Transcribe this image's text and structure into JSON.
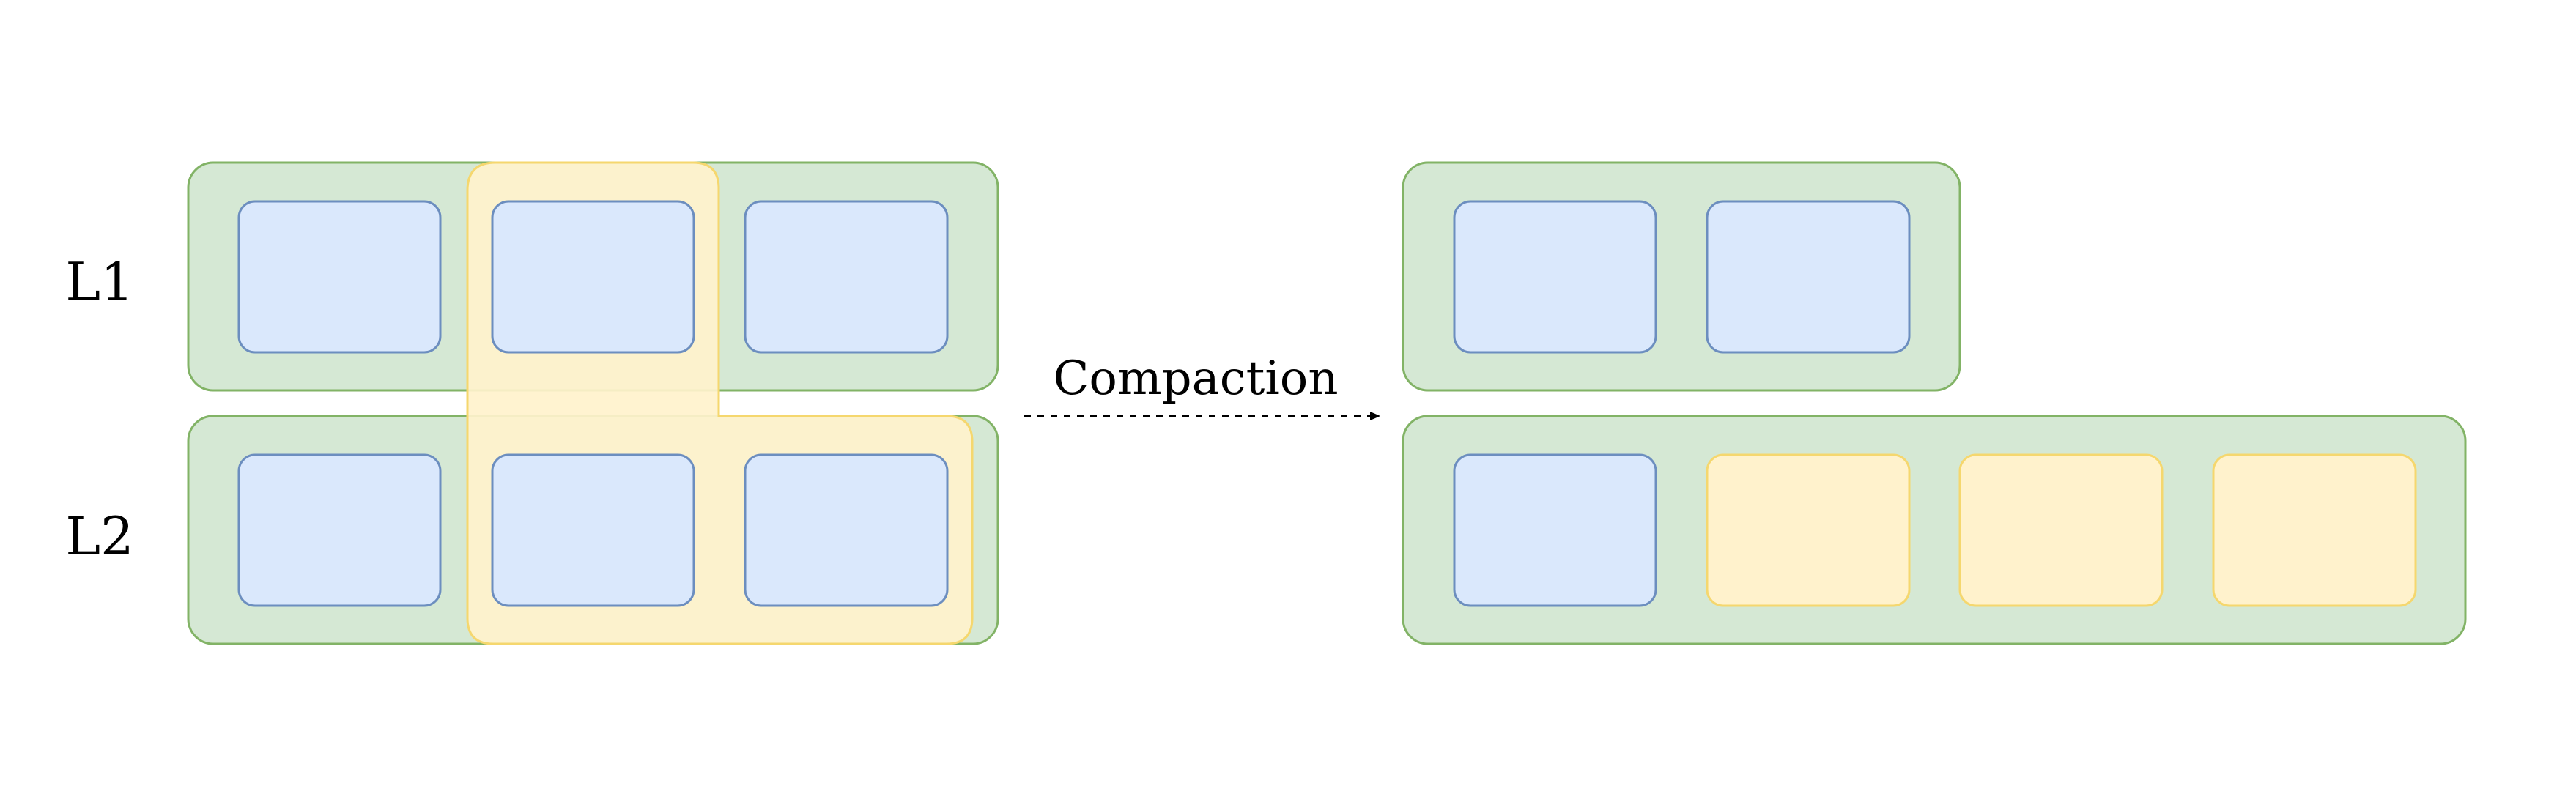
{
  "levels": {
    "l1": "L1",
    "l2": "L2"
  },
  "arrow_label": "Compaction",
  "colors": {
    "level_fill": "#d5e8d4",
    "level_stroke": "#82b366",
    "file_fill": "#dae8fc",
    "file_stroke": "#6c8ebf",
    "selected_fill": "#fff2cc",
    "selected_stroke": "#d6b656",
    "arrow": "#000000"
  }
}
